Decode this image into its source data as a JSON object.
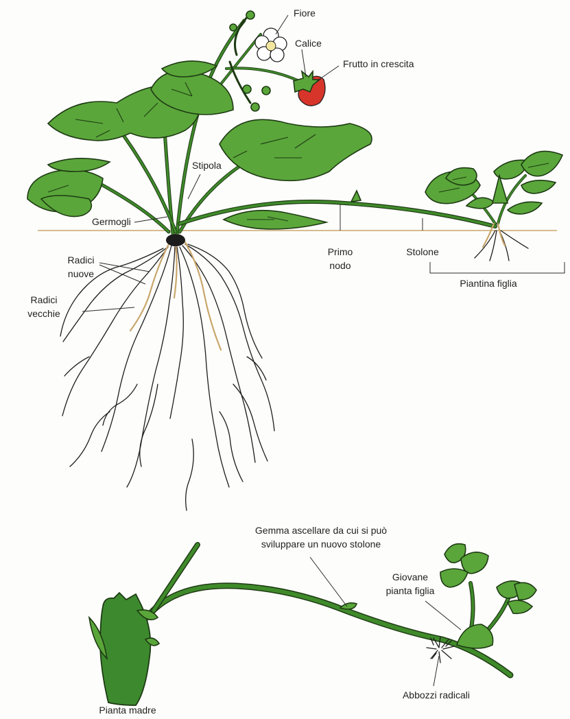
{
  "colors": {
    "leaf": "#5aa63a",
    "outline": "#1e3a14",
    "fruit": "#d8352a",
    "ground_line": "#c9a66b",
    "new_root": "#c9a66b",
    "mother_plant": "#3d8a2e"
  },
  "labels": {
    "fiore": "Fiore",
    "calice": "Calice",
    "frutto": "Frutto in crescita",
    "stipola": "Stipola",
    "germogli": "Germogli",
    "primo_nodo_1": "Primo",
    "primo_nodo_2": "nodo",
    "stolone": "Stolone",
    "piantina_figlia": "Piantina figlia",
    "radici_nuove_1": "Radici",
    "radici_nuove_2": "nuove",
    "radici_vecchie_1": "Radici",
    "radici_vecchie_2": "vecchie",
    "gemma_1": "Gemma ascellare da cui si può",
    "gemma_2": "sviluppare un nuovo stolone",
    "giovane_1": "Giovane",
    "giovane_2": "pianta figlia",
    "abbozzi": "Abbozzi radicali",
    "pianta_madre": "Pianta madre"
  }
}
